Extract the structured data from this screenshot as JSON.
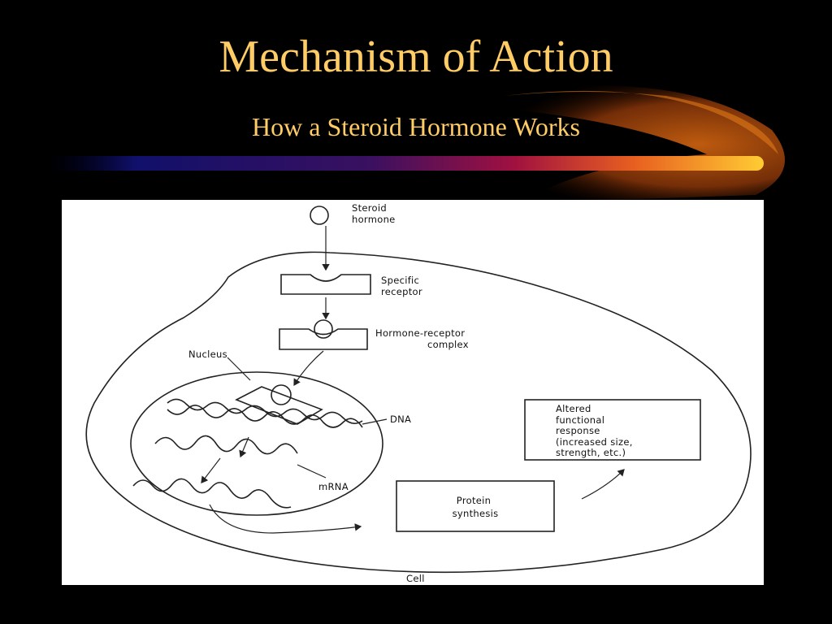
{
  "slide": {
    "title": "Mechanism of Action",
    "subtitle": "How a Steroid Hormone Works"
  },
  "diagram": {
    "labels": {
      "steroid_hormone": [
        "Steroid",
        "hormone"
      ],
      "specific_receptor": [
        "Specific",
        "receptor"
      ],
      "hormone_receptor_complex": [
        "Hormone-receptor",
        "complex"
      ],
      "nucleus": "Nucleus",
      "dna": "DNA",
      "mrna": "mRNA",
      "protein_synthesis": [
        "Protein",
        "synthesis"
      ],
      "altered_response": [
        "Altered",
        "functional",
        "response",
        "(increased size,",
        "strength, etc.)"
      ],
      "cell": "Cell"
    }
  },
  "colors": {
    "background": "#000000",
    "title": "#ffcc66",
    "panel": "#ffffff",
    "ink": "#222222"
  }
}
